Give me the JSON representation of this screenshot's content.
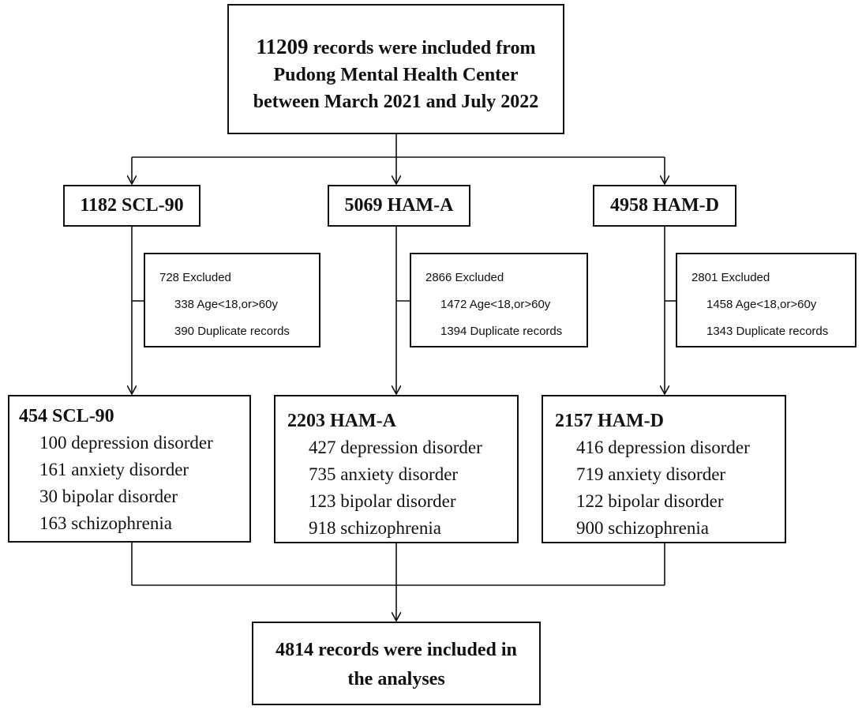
{
  "top": {
    "number": "11209",
    "line1_rest": " records were included from",
    "line2": "Pudong Mental Health Center",
    "line3": "between March 2021 and July 2022"
  },
  "scales": [
    {
      "label": "1182 SCL-90",
      "excluded": {
        "header": "728 Excluded",
        "age": "338 Age<18,or>60y",
        "duplicate": "390 Duplicate records"
      },
      "group": {
        "title": "454 SCL-90",
        "items": [
          "100 depression disorder",
          "161 anxiety disorder",
          "30 bipolar disorder",
          "163 schizophrenia"
        ]
      }
    },
    {
      "label": "5069 HAM-A",
      "excluded": {
        "header": "2866 Excluded",
        "age": "1472 Age<18,or>60y",
        "duplicate": "1394 Duplicate records"
      },
      "group": {
        "title": "2203 HAM-A",
        "items": [
          "427 depression disorder",
          "735 anxiety disorder",
          "123 bipolar disorder",
          "918 schizophrenia"
        ]
      }
    },
    {
      "label": "4958 HAM-D",
      "excluded": {
        "header": "2801 Excluded",
        "age": "1458 Age<18,or>60y",
        "duplicate": "1343 Duplicate records"
      },
      "group": {
        "title": "2157 HAM-D",
        "items": [
          "416 depression disorder",
          "719 anxiety disorder",
          "122 bipolar disorder",
          "900 schizophrenia"
        ]
      }
    }
  ],
  "bottom": {
    "line1": "4814 records were included in",
    "line2": "the analyses"
  },
  "colors": {
    "line": "#111111",
    "background": "#ffffff"
  }
}
